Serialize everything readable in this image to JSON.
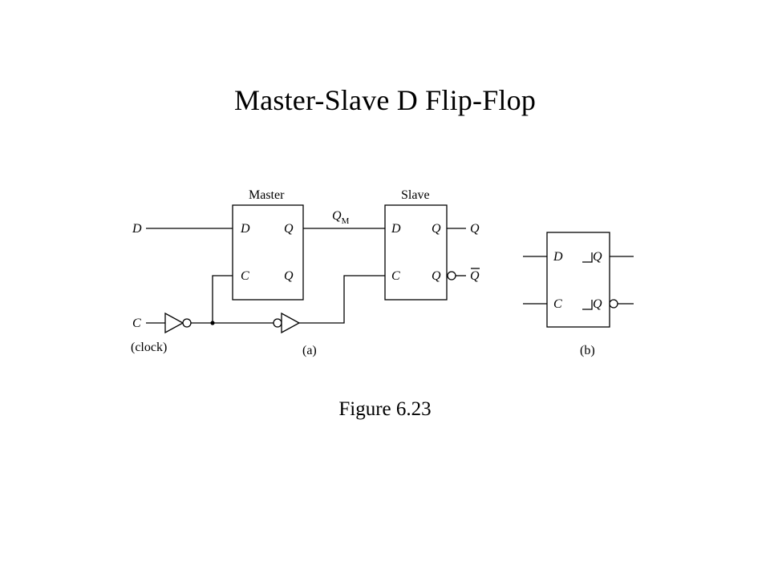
{
  "slide": {
    "title": "Master-Slave D Flip-Flop",
    "caption": "Figure 6.23"
  },
  "circuit_a": {
    "label": "(a)",
    "master": {
      "name": "Master",
      "input_d": "D",
      "input_c": "C",
      "output_q": "Q",
      "output_qbar": "Q"
    },
    "slave": {
      "name": "Slave",
      "input_d": "D",
      "input_c": "C",
      "output_q": "Q",
      "output_qbar": "Q"
    },
    "inputs": {
      "d": "D",
      "c": "C",
      "clock_note": "(clock)"
    },
    "intermediate": {
      "q": "Q",
      "subscript": "M"
    },
    "outputs": {
      "q": "Q",
      "qbar": "Q"
    }
  },
  "circuit_b": {
    "label": "(b)",
    "input_d": "D",
    "input_c": "C",
    "output_q": "Q",
    "output_qbar": "Q"
  }
}
